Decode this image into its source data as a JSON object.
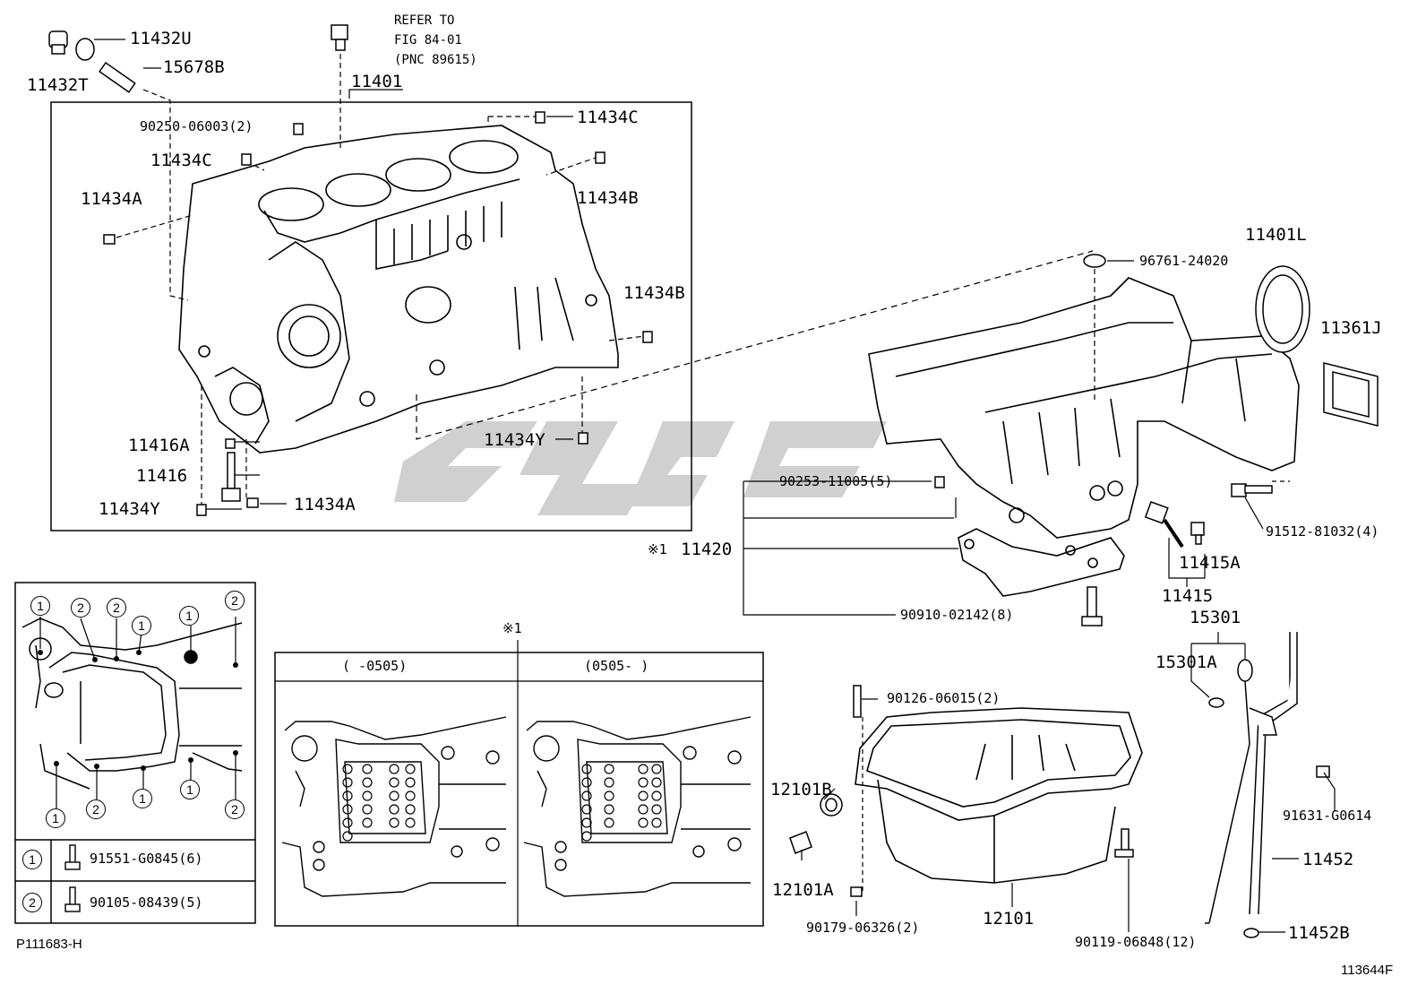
{
  "refer": {
    "line1": "REFER TO",
    "line2": "FIG 84-01",
    "line3": "(PNC 89615)"
  },
  "parts": {
    "p11432U": "11432U",
    "p11432T": "11432T",
    "p15678B": "15678B",
    "p11401": "11401",
    "p90250": "90250-06003(2)",
    "p11434C_top": "11434C",
    "p11434C_left": "11434C",
    "p11434A_left": "11434A",
    "p11434B_top": "11434B",
    "p11434B_right": "11434B",
    "p11416A": "11416A",
    "p11416": "11416",
    "p11434Y_left": "11434Y",
    "p11434A_bottom": "11434A",
    "p11434Y_mid": "11434Y",
    "p96761": "96761-24020",
    "p11401L": "11401L",
    "p11361J": "11361J",
    "p90253": "90253-11005(5)",
    "p91512": "91512-81032(4)",
    "p11420": "11420",
    "p11420_mark": "※1",
    "p11415A": "11415A",
    "p11415": "11415",
    "p90910": "90910-02142(8)",
    "p15301": "15301",
    "p15301A": "15301A",
    "p90126": "90126-06015(2)",
    "p91631": "91631-G0614",
    "p12101B": "12101B",
    "p12101A": "12101A",
    "p11452": "11452",
    "p90179": "90179-06326(2)",
    "p12101": "12101",
    "p90119": "90119-06848(12)",
    "p11452B": "11452B"
  },
  "legend": {
    "row1_num": "1",
    "row1_part": "91551-G0845(6)",
    "row2_num": "2",
    "row2_part": "90105-08439(5)"
  },
  "variant_box": {
    "mark": "※1",
    "left_label": "(      -0505)",
    "right_label": "(0505-      )"
  },
  "footer": {
    "left_code": "P111683-H",
    "right_code": "113644F"
  },
  "colors": {
    "line": "#000000",
    "watermark": "#c8c8c8"
  }
}
